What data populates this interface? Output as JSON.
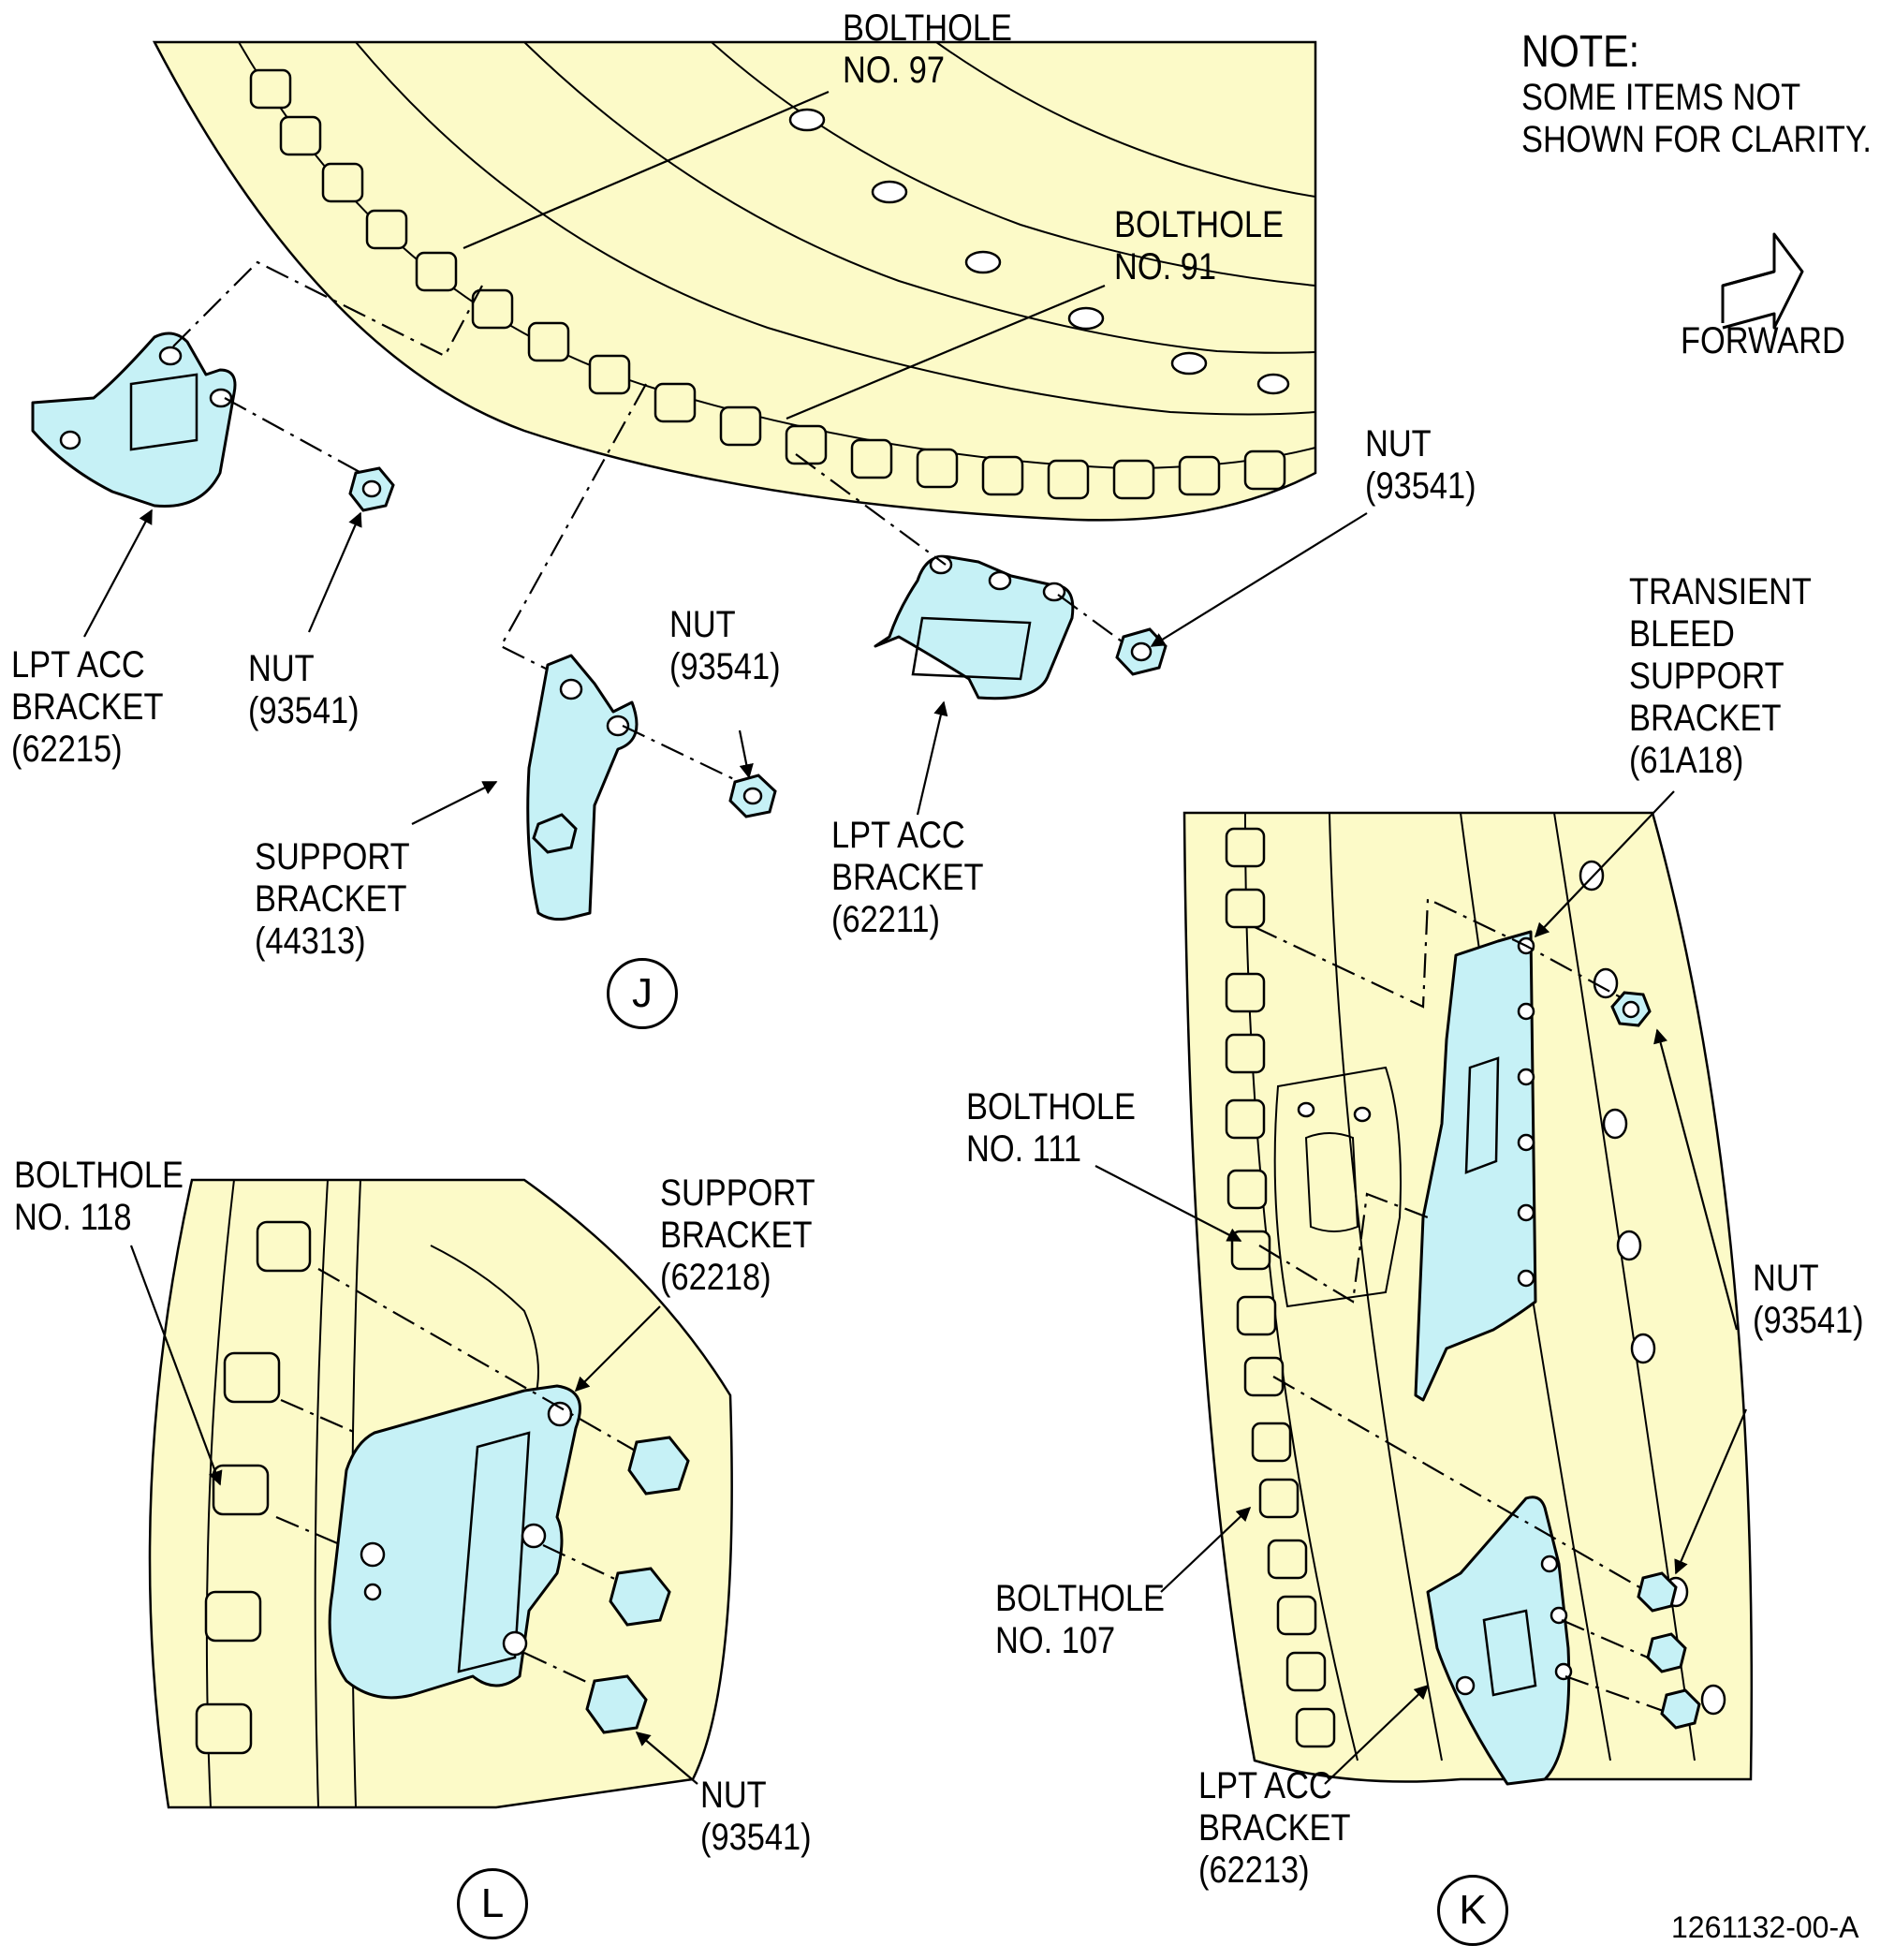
{
  "note": {
    "heading": "NOTE:",
    "line1": "SOME ITEMS NOT",
    "line2": "SHOWN FOR CLARITY."
  },
  "forward_label": "FORWARD",
  "views": {
    "j": "J",
    "k": "K",
    "l": "L"
  },
  "figure_number": "1261132-00-A",
  "labels": {
    "j_bolthole_97": [
      "BOLTHOLE",
      "NO. 97"
    ],
    "j_bolthole_91": [
      "BOLTHOLE",
      "NO. 91"
    ],
    "j_nut_right": [
      "NUT",
      "(93541)"
    ],
    "j_lpt_bracket_62215": [
      "LPT ACC",
      "BRACKET",
      "(62215)"
    ],
    "j_nut_left": [
      "NUT",
      "(93541)"
    ],
    "j_nut_center": [
      "NUT",
      "(93541)"
    ],
    "j_support_bracket_44313": [
      "SUPPORT",
      "BRACKET",
      "(44313)"
    ],
    "j_lpt_bracket_62211": [
      "LPT ACC",
      "BRACKET",
      "(62211)"
    ],
    "k_transient_bleed": [
      "TRANSIENT",
      "BLEED",
      "SUPPORT",
      "BRACKET",
      "(61A18)"
    ],
    "k_bolthole_111": [
      "BOLTHOLE",
      "NO. 111"
    ],
    "k_nut": [
      "NUT",
      "(93541)"
    ],
    "k_bolthole_107": [
      "BOLTHOLE",
      "NO. 107"
    ],
    "k_lpt_bracket_62213": [
      "LPT ACC",
      "BRACKET",
      "(62213)"
    ],
    "l_bolthole_118": [
      "BOLTHOLE",
      "NO. 118"
    ],
    "l_support_bracket_62218": [
      "SUPPORT",
      "BRACKET",
      "(62218)"
    ],
    "l_nut": [
      "NUT",
      "(93541)"
    ]
  },
  "colors": {
    "ring_fill": "#fcfac8",
    "part_fill": "#c6f1f6",
    "line": "#000000"
  }
}
